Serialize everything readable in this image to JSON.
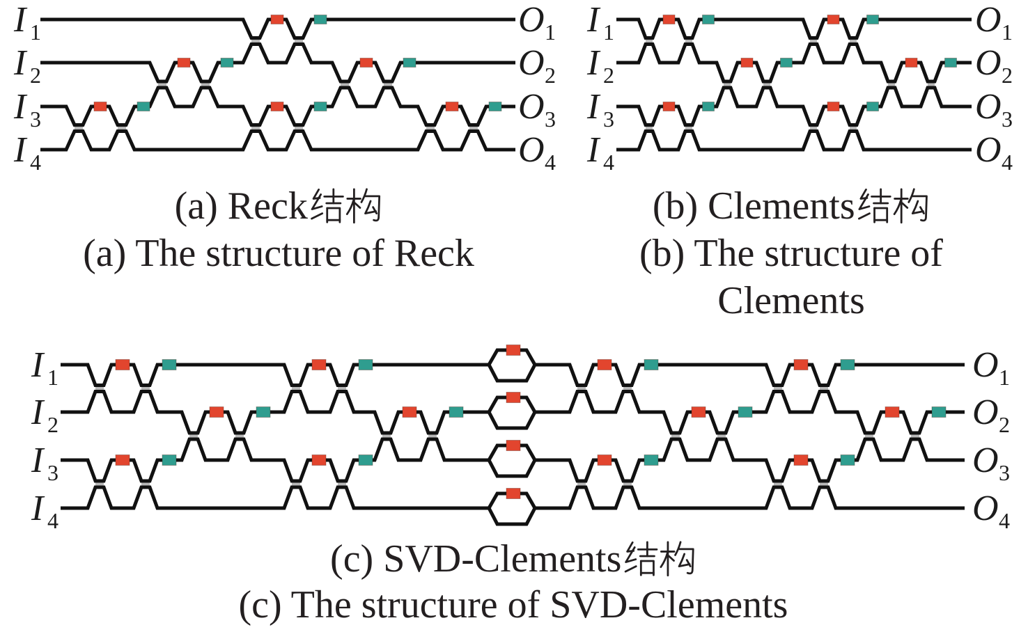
{
  "figure": {
    "colors": {
      "waveguide": "#111111",
      "internal_phase_shifter": "#e2452e",
      "external_phase_shifter": "#2f9d8f"
    }
  },
  "panels": [
    {
      "tag": "(a)",
      "structure": "Reck",
      "inputs": [
        {
          "symbol": "I",
          "index": "1"
        },
        {
          "symbol": "I",
          "index": "2"
        },
        {
          "symbol": "I",
          "index": "3"
        },
        {
          "symbol": "I",
          "index": "4"
        }
      ],
      "outputs": [
        {
          "symbol": "O",
          "index": "1"
        },
        {
          "symbol": "O",
          "index": "2"
        },
        {
          "symbol": "O",
          "index": "3"
        },
        {
          "symbol": "O",
          "index": "4"
        }
      ],
      "layers": [
        {
          "type": "mzi",
          "couplings": [
            [
              3,
              4
            ]
          ]
        },
        {
          "type": "mzi",
          "couplings": [
            [
              2,
              3
            ]
          ]
        },
        {
          "type": "mzi",
          "couplings": [
            [
              1,
              2
            ],
            [
              3,
              4
            ]
          ]
        },
        {
          "type": "mzi",
          "couplings": [
            [
              2,
              3
            ]
          ]
        },
        {
          "type": "mzi",
          "couplings": [
            [
              3,
              4
            ]
          ]
        }
      ],
      "caption_zh": "(a) Reck结构",
      "caption_en": [
        "(a) The structure of Reck"
      ]
    },
    {
      "tag": "(b)",
      "structure": "Clements",
      "inputs": [
        {
          "symbol": "I",
          "index": "1"
        },
        {
          "symbol": "I",
          "index": "2"
        },
        {
          "symbol": "I",
          "index": "3"
        },
        {
          "symbol": "I",
          "index": "4"
        }
      ],
      "outputs": [
        {
          "symbol": "O",
          "index": "1"
        },
        {
          "symbol": "O",
          "index": "2"
        },
        {
          "symbol": "O",
          "index": "3"
        },
        {
          "symbol": "O",
          "index": "4"
        }
      ],
      "layers": [
        {
          "type": "mzi",
          "couplings": [
            [
              1,
              2
            ],
            [
              3,
              4
            ]
          ]
        },
        {
          "type": "mzi",
          "couplings": [
            [
              2,
              3
            ]
          ]
        },
        {
          "type": "mzi",
          "couplings": [
            [
              1,
              2
            ],
            [
              3,
              4
            ]
          ]
        },
        {
          "type": "mzi",
          "couplings": [
            [
              2,
              3
            ]
          ]
        }
      ],
      "caption_zh": "(b) Clements结构",
      "caption_en": [
        "(b) The structure of",
        "Clements"
      ]
    },
    {
      "tag": "(c)",
      "structure": "SVD-Clements",
      "inputs": [
        {
          "symbol": "I",
          "index": "1"
        },
        {
          "symbol": "I",
          "index": "2"
        },
        {
          "symbol": "I",
          "index": "3"
        },
        {
          "symbol": "I",
          "index": "4"
        }
      ],
      "outputs": [
        {
          "symbol": "O",
          "index": "1"
        },
        {
          "symbol": "O",
          "index": "2"
        },
        {
          "symbol": "O",
          "index": "3"
        },
        {
          "symbol": "O",
          "index": "4"
        }
      ],
      "layers": [
        {
          "type": "mzi",
          "couplings": [
            [
              1,
              2
            ],
            [
              3,
              4
            ]
          ]
        },
        {
          "type": "mzi",
          "couplings": [
            [
              2,
              3
            ]
          ]
        },
        {
          "type": "mzi",
          "couplings": [
            [
              1,
              2
            ],
            [
              3,
              4
            ]
          ]
        },
        {
          "type": "mzi",
          "couplings": [
            [
              2,
              3
            ]
          ]
        },
        {
          "type": "diagonal",
          "modes": [
            1,
            2,
            3,
            4
          ]
        },
        {
          "type": "mzi",
          "couplings": [
            [
              1,
              2
            ],
            [
              3,
              4
            ]
          ]
        },
        {
          "type": "mzi",
          "couplings": [
            [
              2,
              3
            ]
          ]
        },
        {
          "type": "mzi",
          "couplings": [
            [
              1,
              2
            ],
            [
              3,
              4
            ]
          ]
        },
        {
          "type": "mzi",
          "couplings": [
            [
              2,
              3
            ]
          ]
        }
      ],
      "caption_zh": "(c) SVD-Clements结构",
      "caption_en": [
        "(c) The structure of SVD-Clements"
      ]
    }
  ]
}
